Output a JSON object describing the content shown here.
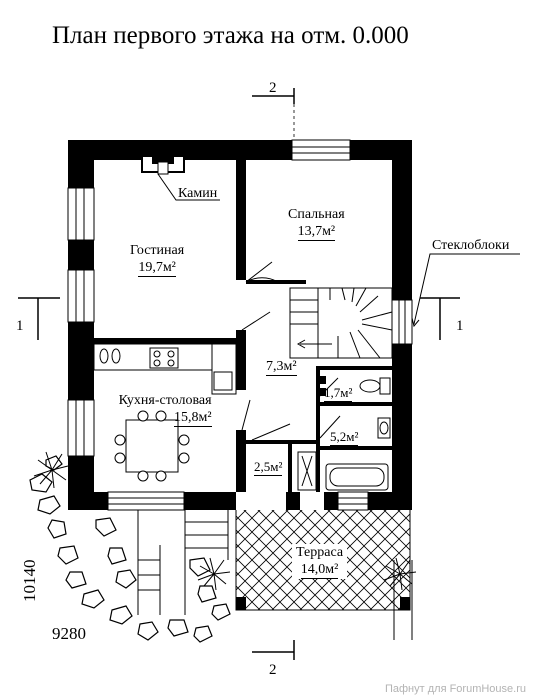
{
  "title": "План первого этажа на отм. 0.000",
  "rooms": {
    "living": {
      "label": "Гостиная",
      "area": "19,7м²"
    },
    "bedroom": {
      "label": "Спальная",
      "area": "13,7м²"
    },
    "kitchen": {
      "label": "Кухня-столовая",
      "area": "15,8м²"
    },
    "hall": {
      "area": "7,3м²"
    },
    "wc": {
      "area": "1,7м²"
    },
    "bath": {
      "area": "5,2м²"
    },
    "storage": {
      "area": "2,5м²"
    },
    "terrace": {
      "label": "Терраса",
      "area": "14,0м²"
    }
  },
  "callouts": {
    "fireplace": "Камин",
    "glass_blocks": "Стеклоблоки"
  },
  "section_marks": {
    "top": "2",
    "bottom": "2",
    "left": "1",
    "right": "1"
  },
  "dimensions": {
    "width": "9280",
    "depth": "10140"
  },
  "watermark": "Пафнут для ForumHouse.ru"
}
